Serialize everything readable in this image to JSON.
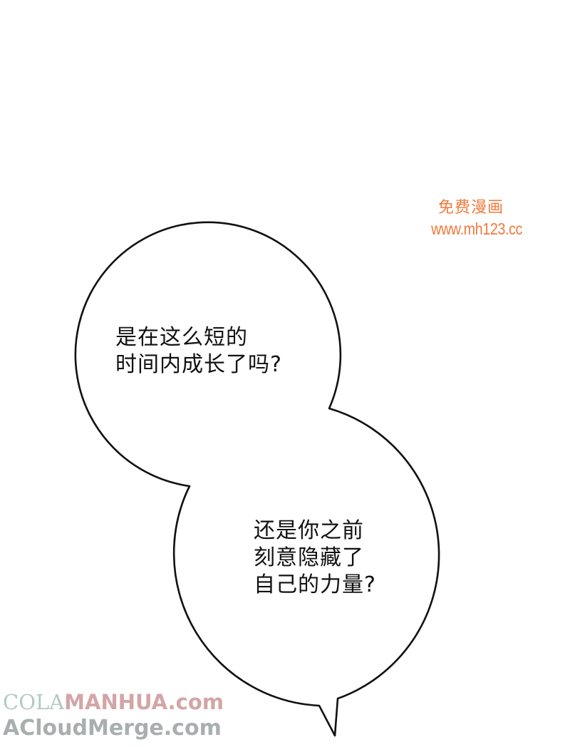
{
  "watermark_site": {
    "chinese": "免费漫画",
    "url": "www.mh123.cc",
    "color": "#f07a3c"
  },
  "speech_bubbles": [
    {
      "lines": [
        "是在这么短的",
        "时间内成长了吗?"
      ]
    },
    {
      "lines": [
        "还是你之前",
        "刻意隐藏了",
        "自己的力量?"
      ]
    }
  ],
  "watermark_bottom": {
    "line1_prefix": "COLA",
    "line1_rest": "MANHUA.com",
    "line2": "ACloudMerge.com"
  }
}
